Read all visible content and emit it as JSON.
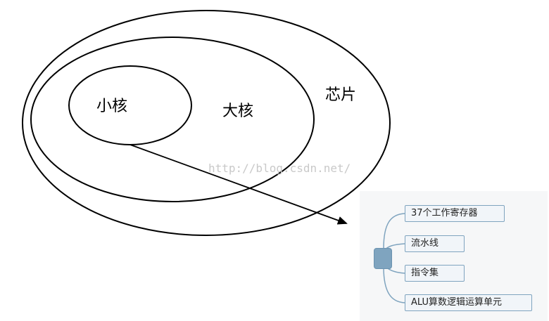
{
  "diagram": {
    "labels": {
      "small_core": "小核",
      "big_core": "大核",
      "chip": "芯片"
    },
    "watermark": "http://blog.csdn.net/",
    "mindmap": {
      "branches": [
        "37个工作寄存器",
        "流水线",
        "指令集",
        "ALU算数逻辑运算单元"
      ]
    },
    "colors": {
      "node_border": "#7fa4bf",
      "node_fill": "#f1f5f9",
      "root_fill": "#7fa4bf"
    }
  }
}
